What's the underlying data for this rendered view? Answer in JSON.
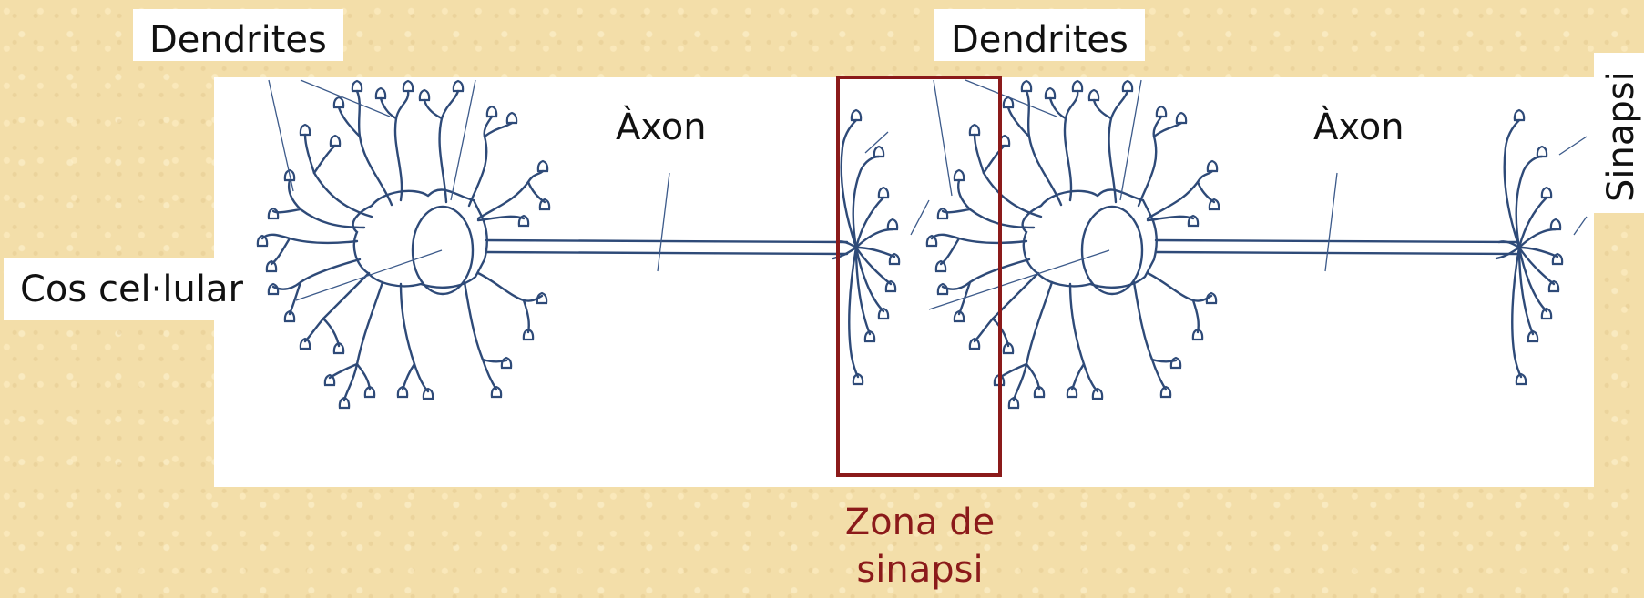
{
  "labels": {
    "dendrites_left": "Dendrites",
    "dendrites_right": "Dendrites",
    "axon_left": "Àxon",
    "axon_right": "Àxon",
    "cell_body": "Cos cel·lular",
    "synapse": "Sinapsi",
    "synapse_zone_line1": "Zona de",
    "synapse_zone_line2": "sinapsi"
  },
  "colors": {
    "background": "#f3dea9",
    "neuron_line": "#2e4a78",
    "highlight_box": "#8b1a1a",
    "zone_text": "#8b1a1a"
  }
}
